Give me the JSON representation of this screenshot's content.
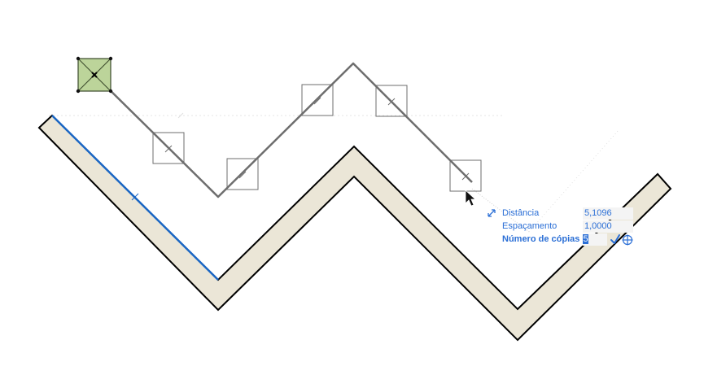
{
  "colors": {
    "accent": "#2b6fd6",
    "wall_fill": "#ebe6d7",
    "wall_edge": "#000000",
    "selected_edge": "#1a66c4",
    "path": "#6e6e6e",
    "object_fill": "#bcd49a"
  },
  "tracker": {
    "icon": "distance-arrow-icon",
    "distance_label": "Distância",
    "distance_value": "5,1096",
    "spacing_label": "Espaçamento",
    "spacing_value": "1,0000",
    "copies_label": "Número de cópias",
    "copies_value": "5",
    "confirm_icon": "checkmark-icon",
    "snap_icon": "crosshair-circle-icon"
  },
  "cursor": {
    "icon": "arrow-cursor-icon"
  },
  "source_object": {
    "icon": "selected-object-icon"
  }
}
